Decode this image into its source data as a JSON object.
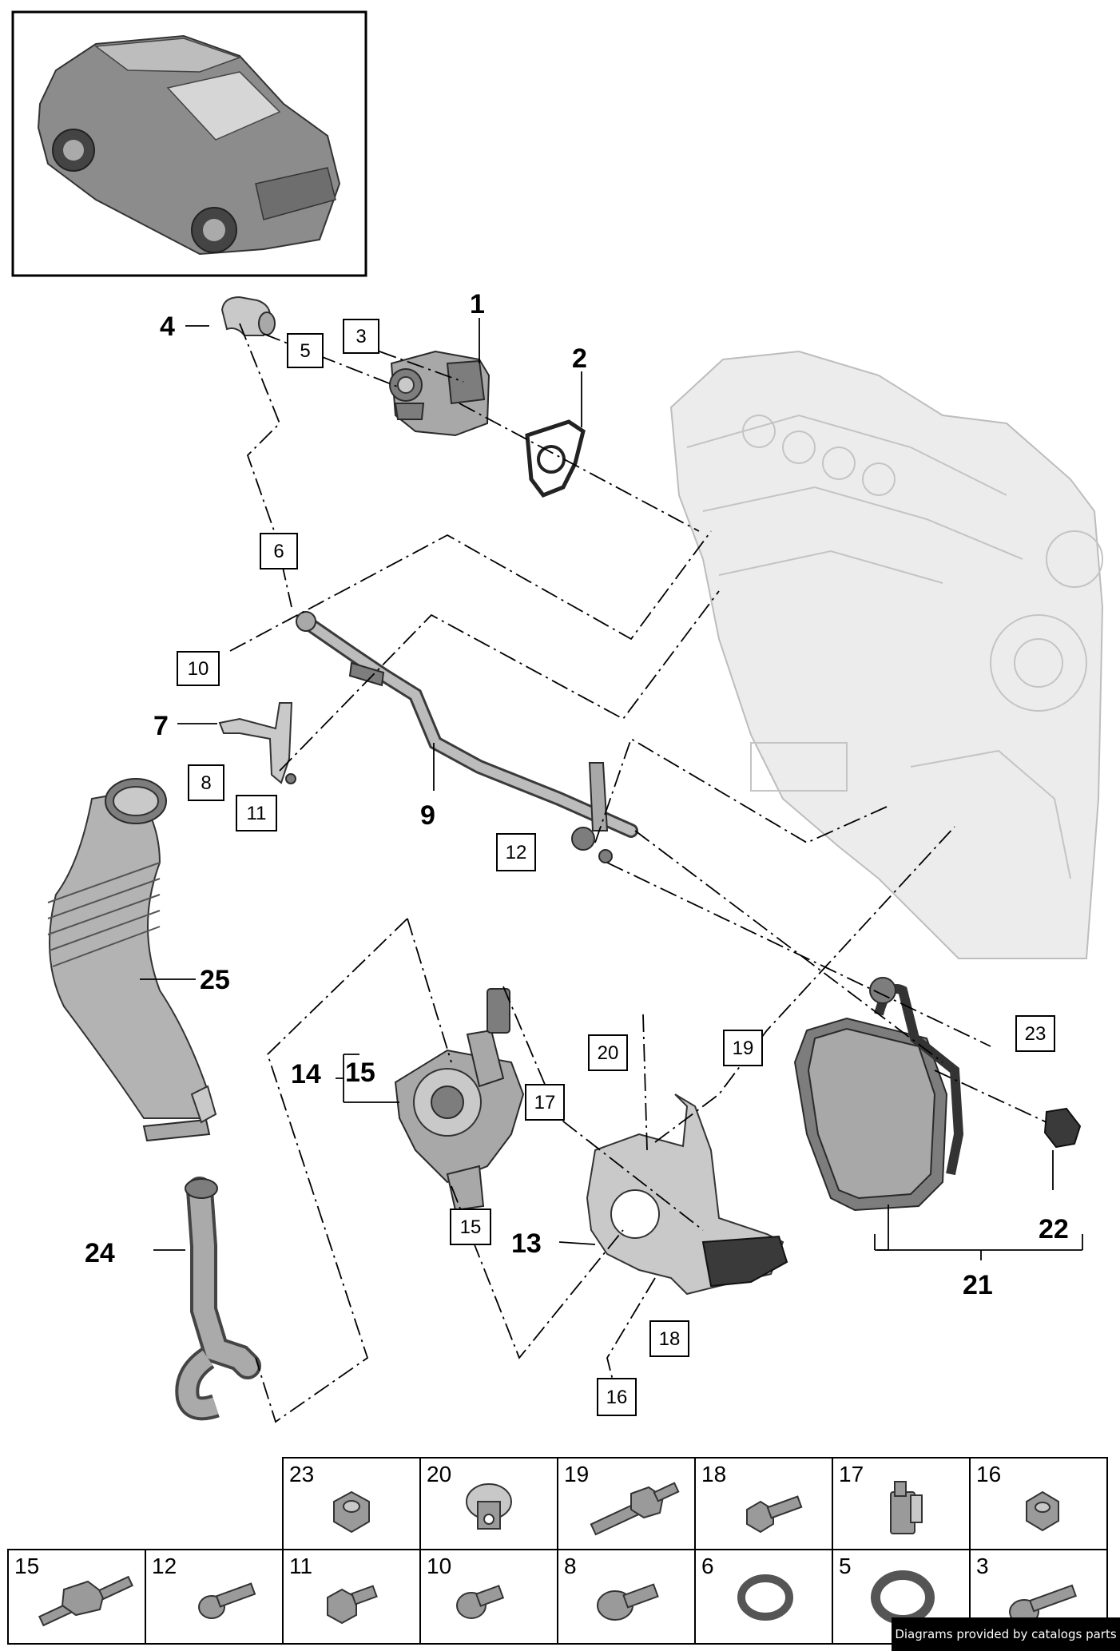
{
  "callouts": {
    "c1": "1",
    "c2": "2",
    "c4": "4",
    "c7": "7",
    "c9": "9",
    "c13": "13",
    "c14": "14",
    "c15": "15",
    "c21": "21",
    "c22": "22",
    "c24": "24",
    "c25": "25"
  },
  "boxed_callouts": {
    "b3": "3",
    "b5": "5",
    "b6": "6",
    "b8": "8",
    "b10": "10",
    "b11": "11",
    "b12": "12",
    "b15": "15",
    "b16": "16",
    "b17": "17",
    "b18": "18",
    "b19": "19",
    "b20": "20",
    "b23": "23"
  },
  "hardware_table": {
    "row1": [
      "23",
      "20",
      "19",
      "18",
      "17",
      "16"
    ],
    "row2": [
      "15",
      "12",
      "11",
      "10",
      "8",
      "6",
      "5",
      "3"
    ]
  },
  "credit": "Diagrams provided by catalogs parts"
}
